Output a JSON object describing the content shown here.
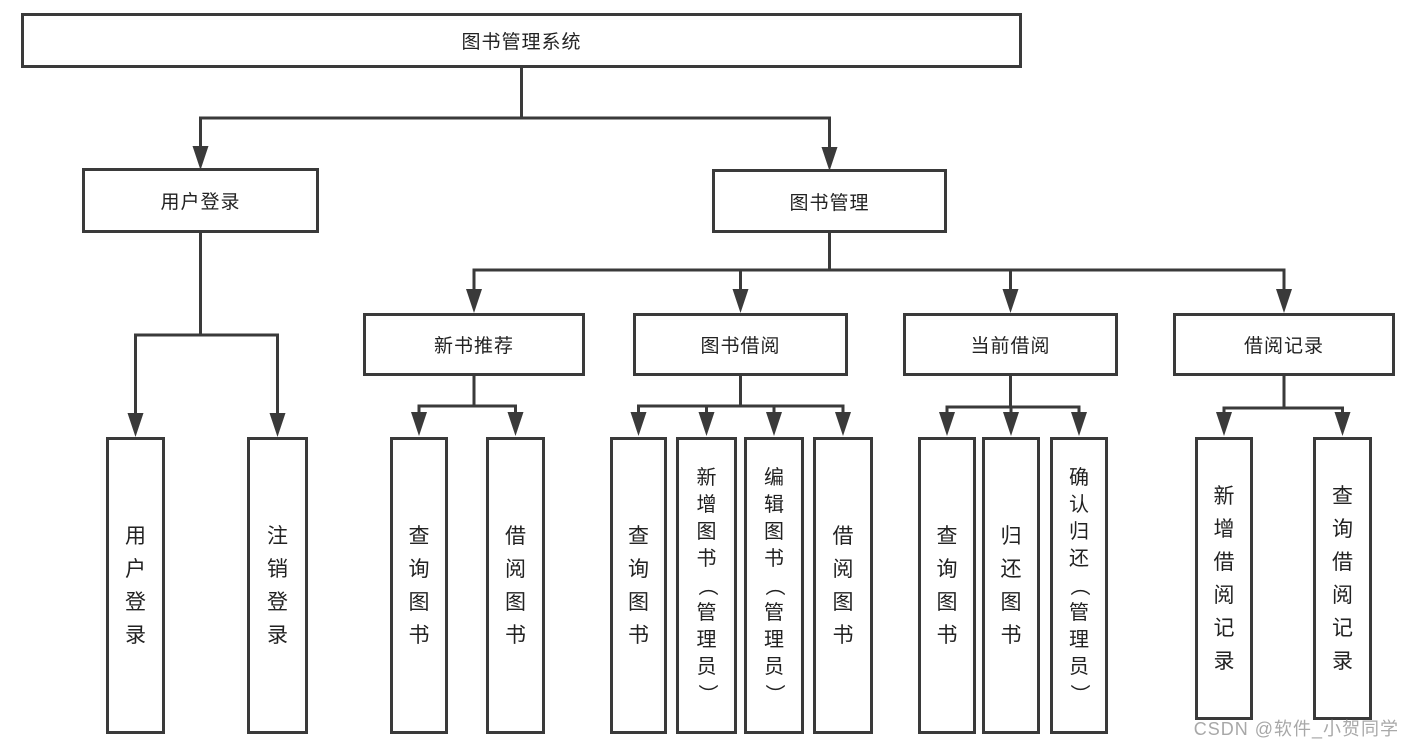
{
  "colors": {
    "line": "#3a3a3a",
    "text": "#222222",
    "watermark": "#a8a8a8",
    "background": "#ffffff"
  },
  "nodes": {
    "root": "图书管理系统",
    "user_login": "用户登录",
    "book_mgmt": "图书管理",
    "new_book_rec": "新书推荐",
    "book_borrow": "图书借阅",
    "current_borrow": "当前借阅",
    "borrow_records": "借阅记录",
    "leaf_user_login": "用户登录",
    "leaf_logout": "注销登录",
    "leaf_query_books_a": "查询图书",
    "leaf_borrow_books_a": "借阅图书",
    "leaf_query_books_b": "查询图书",
    "leaf_add_books": "新增图书（管理员）",
    "leaf_edit_books": "编辑图书（管理员）",
    "leaf_borrow_books_b": "借阅图书",
    "leaf_query_books_c": "查询图书",
    "leaf_return_books": "归还图书",
    "leaf_confirm_return": "确认归还（管理员）",
    "leaf_add_borrow_record": "新增借阅记录",
    "leaf_query_borrow_record": "查询借阅记录"
  },
  "watermark": "CSDN @软件_小贺同学"
}
